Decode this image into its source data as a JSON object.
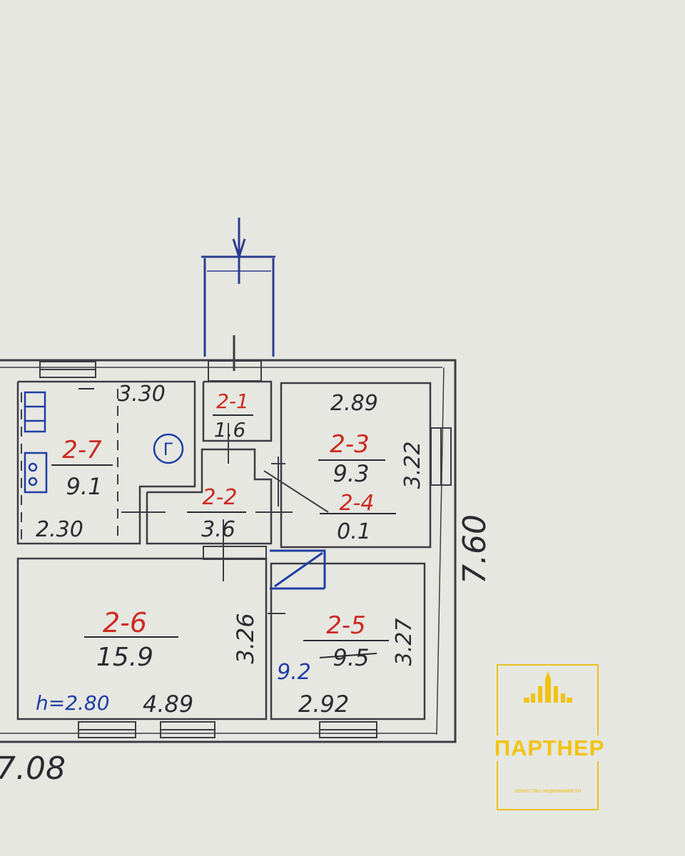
{
  "plan": {
    "rooms": [
      {
        "id": "2-1",
        "area": "1.6"
      },
      {
        "id": "2-2",
        "area": "3.6"
      },
      {
        "id": "2-3",
        "area": "9.3"
      },
      {
        "id": "2-4",
        "area": "0.1"
      },
      {
        "id": "2-5",
        "area": "9.5",
        "area_correction": "9.2"
      },
      {
        "id": "2-6",
        "area": "15.9"
      },
      {
        "id": "2-7",
        "area": "9.1"
      }
    ],
    "dimensions": {
      "kitchen_top": "3.30",
      "kitchen_bottom": "2.30",
      "room3_top": "2.89",
      "room3_side": "3.22",
      "room6_side": "3.26",
      "room6_bottom": "4.89",
      "room5_side": "3.27",
      "room5_bottom": "2.92",
      "total_right": "7.60",
      "total_bottom": "7.08",
      "ceiling_height": "h=2.80"
    },
    "gas_symbol": "Г",
    "colors": {
      "ink_red": "#cc2a22",
      "ink_dark": "#2a2a30",
      "ink_blue": "#1f3ea3"
    }
  },
  "watermark": {
    "brand": "ПАРТНЕР",
    "tagline": "агентство недвижимости",
    "color": "#f1c30f"
  }
}
